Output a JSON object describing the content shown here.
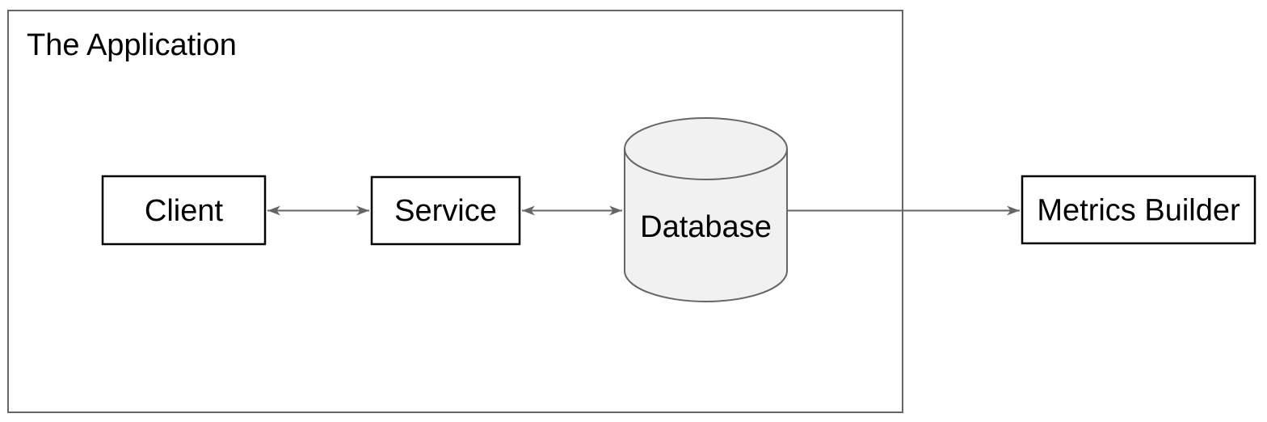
{
  "diagram": {
    "container": {
      "label": "The Application"
    },
    "nodes": {
      "client": {
        "label": "Client",
        "shape": "rectangle"
      },
      "service": {
        "label": "Service",
        "shape": "rectangle"
      },
      "database": {
        "label": "Database",
        "shape": "cylinder"
      },
      "metrics_builder": {
        "label": "Metrics Builder",
        "shape": "rectangle"
      }
    },
    "edges": [
      {
        "from": "Client",
        "to": "Service",
        "direction": "bidirectional"
      },
      {
        "from": "Service",
        "to": "Database",
        "direction": "bidirectional"
      },
      {
        "from": "Database",
        "to": "Metrics Builder",
        "direction": "forward"
      }
    ],
    "colors": {
      "background": "#ffffff",
      "node_border": "#000000",
      "container_border": "#666666",
      "edge": "#666666",
      "cylinder_fill": "#f1f1f1",
      "cylinder_border": "#666666",
      "text": "#000000"
    }
  }
}
